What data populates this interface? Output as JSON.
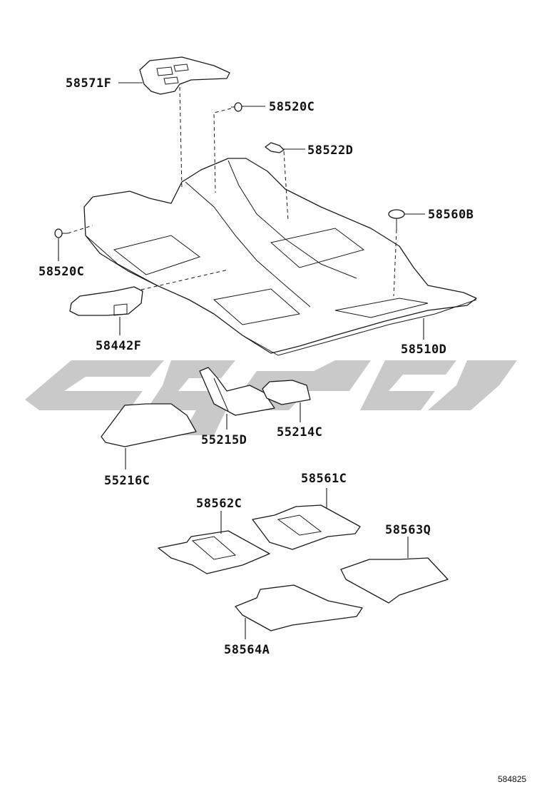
{
  "parts": [
    {
      "id": "58571F",
      "label": "58571F"
    },
    {
      "id": "58520C-top",
      "label": "58520C"
    },
    {
      "id": "58522D",
      "label": "58522D"
    },
    {
      "id": "58560B",
      "label": "58560B"
    },
    {
      "id": "58520C-left",
      "label": "58520C"
    },
    {
      "id": "58442F",
      "label": "58442F"
    },
    {
      "id": "58510D",
      "label": "58510D"
    },
    {
      "id": "55215D",
      "label": "55215D"
    },
    {
      "id": "55214C",
      "label": "55214C"
    },
    {
      "id": "55216C",
      "label": "55216C"
    },
    {
      "id": "58562C",
      "label": "58562C"
    },
    {
      "id": "58561C",
      "label": "58561C"
    },
    {
      "id": "58563Q",
      "label": "58563Q"
    },
    {
      "id": "58564A",
      "label": "58564A"
    }
  ],
  "diagram_id": "584825",
  "colors": {
    "line": "#1a1a1a",
    "watermark": "#c9c9c9",
    "background": "#ffffff"
  }
}
